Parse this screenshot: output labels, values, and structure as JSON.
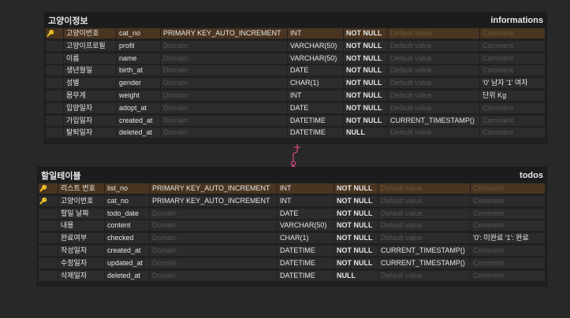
{
  "tables": [
    {
      "id": "informations",
      "label": "고양이정보",
      "name": "informations",
      "rows": [
        {
          "key": "🔑",
          "pk": true,
          "label": "고양이번호",
          "column": "cat_no",
          "domain": "PRIMARY KEY_AUTO_INCREMENT",
          "type": "INT",
          "nullable": "NOT NULL",
          "default": "Default value",
          "comment": "Comment"
        },
        {
          "key": "",
          "pk": false,
          "label": "고양이프로필",
          "column": "profil",
          "domain": "Domain",
          "type": "VARCHAR(50)",
          "nullable": "NOT NULL",
          "default": "Default value",
          "comment": "Comment"
        },
        {
          "key": "",
          "pk": false,
          "label": "이름",
          "column": "name",
          "domain": "Domain",
          "type": "VARCHAR(50)",
          "nullable": "NOT NULL",
          "default": "Default value",
          "comment": "Comment"
        },
        {
          "key": "",
          "pk": false,
          "label": "생년월일",
          "column": "birth_at",
          "domain": "Domain",
          "type": "DATE",
          "nullable": "NOT NULL",
          "default": "Default value",
          "comment": "Comment"
        },
        {
          "key": "",
          "pk": false,
          "label": "성별",
          "column": "gender",
          "domain": "Domain",
          "type": "CHAR(1)",
          "nullable": "NOT NULL",
          "default": "Default value",
          "comment": "'0' 남자 '1' 여자"
        },
        {
          "key": "",
          "pk": false,
          "label": "몸무게",
          "column": "weight",
          "domain": "Domain",
          "type": "INT",
          "nullable": "NOT NULL",
          "default": "Default value",
          "comment": "단위 Kg"
        },
        {
          "key": "",
          "pk": false,
          "label": "입양일자",
          "column": "adopt_at",
          "domain": "Domain",
          "type": "DATE",
          "nullable": "NOT NULL",
          "default": "Default value",
          "comment": "Comment"
        },
        {
          "key": "",
          "pk": false,
          "label": "가입일자",
          "column": "created_at",
          "domain": "Domain",
          "type": "DATETIME",
          "nullable": "NOT NULL",
          "default": "CURRENT_TIMESTAMP()",
          "comment": "Comment"
        },
        {
          "key": "",
          "pk": false,
          "label": "탈퇴일자",
          "column": "deleted_at",
          "domain": "Domain",
          "type": "DATETIME",
          "nullable": "NULL",
          "default": "Default value",
          "comment": "Comment"
        }
      ]
    },
    {
      "id": "todos",
      "label": "할일테이블",
      "name": "todos",
      "rows": [
        {
          "key": "🔑",
          "pk": true,
          "label": "리스트 번호",
          "column": "list_no",
          "domain": "PRIMARY KEY_AUTO_INCREMENT",
          "type": "INT",
          "nullable": "NOT NULL",
          "default": "Default value",
          "comment": "Comment"
        },
        {
          "key": "🔑",
          "pk": false,
          "label": "고양이번호",
          "column": "cat_no",
          "domain": "PRIMARY KEY_AUTO_INCREMENT",
          "type": "INT",
          "nullable": "NOT NULL",
          "default": "Default value",
          "comment": "Comment"
        },
        {
          "key": "",
          "pk": false,
          "label": "할일 날짜",
          "column": "todo_date",
          "domain": "Domain",
          "type": "DATE",
          "nullable": "NOT NULL",
          "default": "Default value",
          "comment": "Comment"
        },
        {
          "key": "",
          "pk": false,
          "label": "내용",
          "column": "content",
          "domain": "Domain",
          "type": "VARCHAR(50)",
          "nullable": "NOT NULL",
          "default": "Default value",
          "comment": "Comment"
        },
        {
          "key": "",
          "pk": false,
          "label": "완료여부",
          "column": "checked",
          "domain": "Domain",
          "type": "CHAR(1)",
          "nullable": "NOT NULL",
          "default": "Default value",
          "comment": "'0': 미완료 '1': 완료"
        },
        {
          "key": "",
          "pk": false,
          "label": "작성일자",
          "column": "created_at",
          "domain": "Domain",
          "type": "DATETIME",
          "nullable": "NOT NULL",
          "default": "CURRENT_TIMESTAMP()",
          "comment": "Comment"
        },
        {
          "key": "",
          "pk": false,
          "label": "수정일자",
          "column": "updated_at",
          "domain": "Domain",
          "type": "DATETIME",
          "nullable": "NOT NULL",
          "default": "CURRENT_TIMESTAMP()",
          "comment": "Comment"
        },
        {
          "key": "",
          "pk": false,
          "label": "삭제일자",
          "column": "deleted_at",
          "domain": "Domain",
          "type": "DATETIME",
          "nullable": "NULL",
          "default": "Default value",
          "comment": "Comment"
        }
      ]
    }
  ],
  "relationship": {
    "from": "informations",
    "to": "todos",
    "color": "#e14a8a"
  },
  "colors": {
    "background": "#282828",
    "table": "#202020",
    "cell": "#2c2c2c",
    "pk_row": "#4a3520",
    "placeholder": "#555555",
    "key_icon": "#e0c070"
  }
}
